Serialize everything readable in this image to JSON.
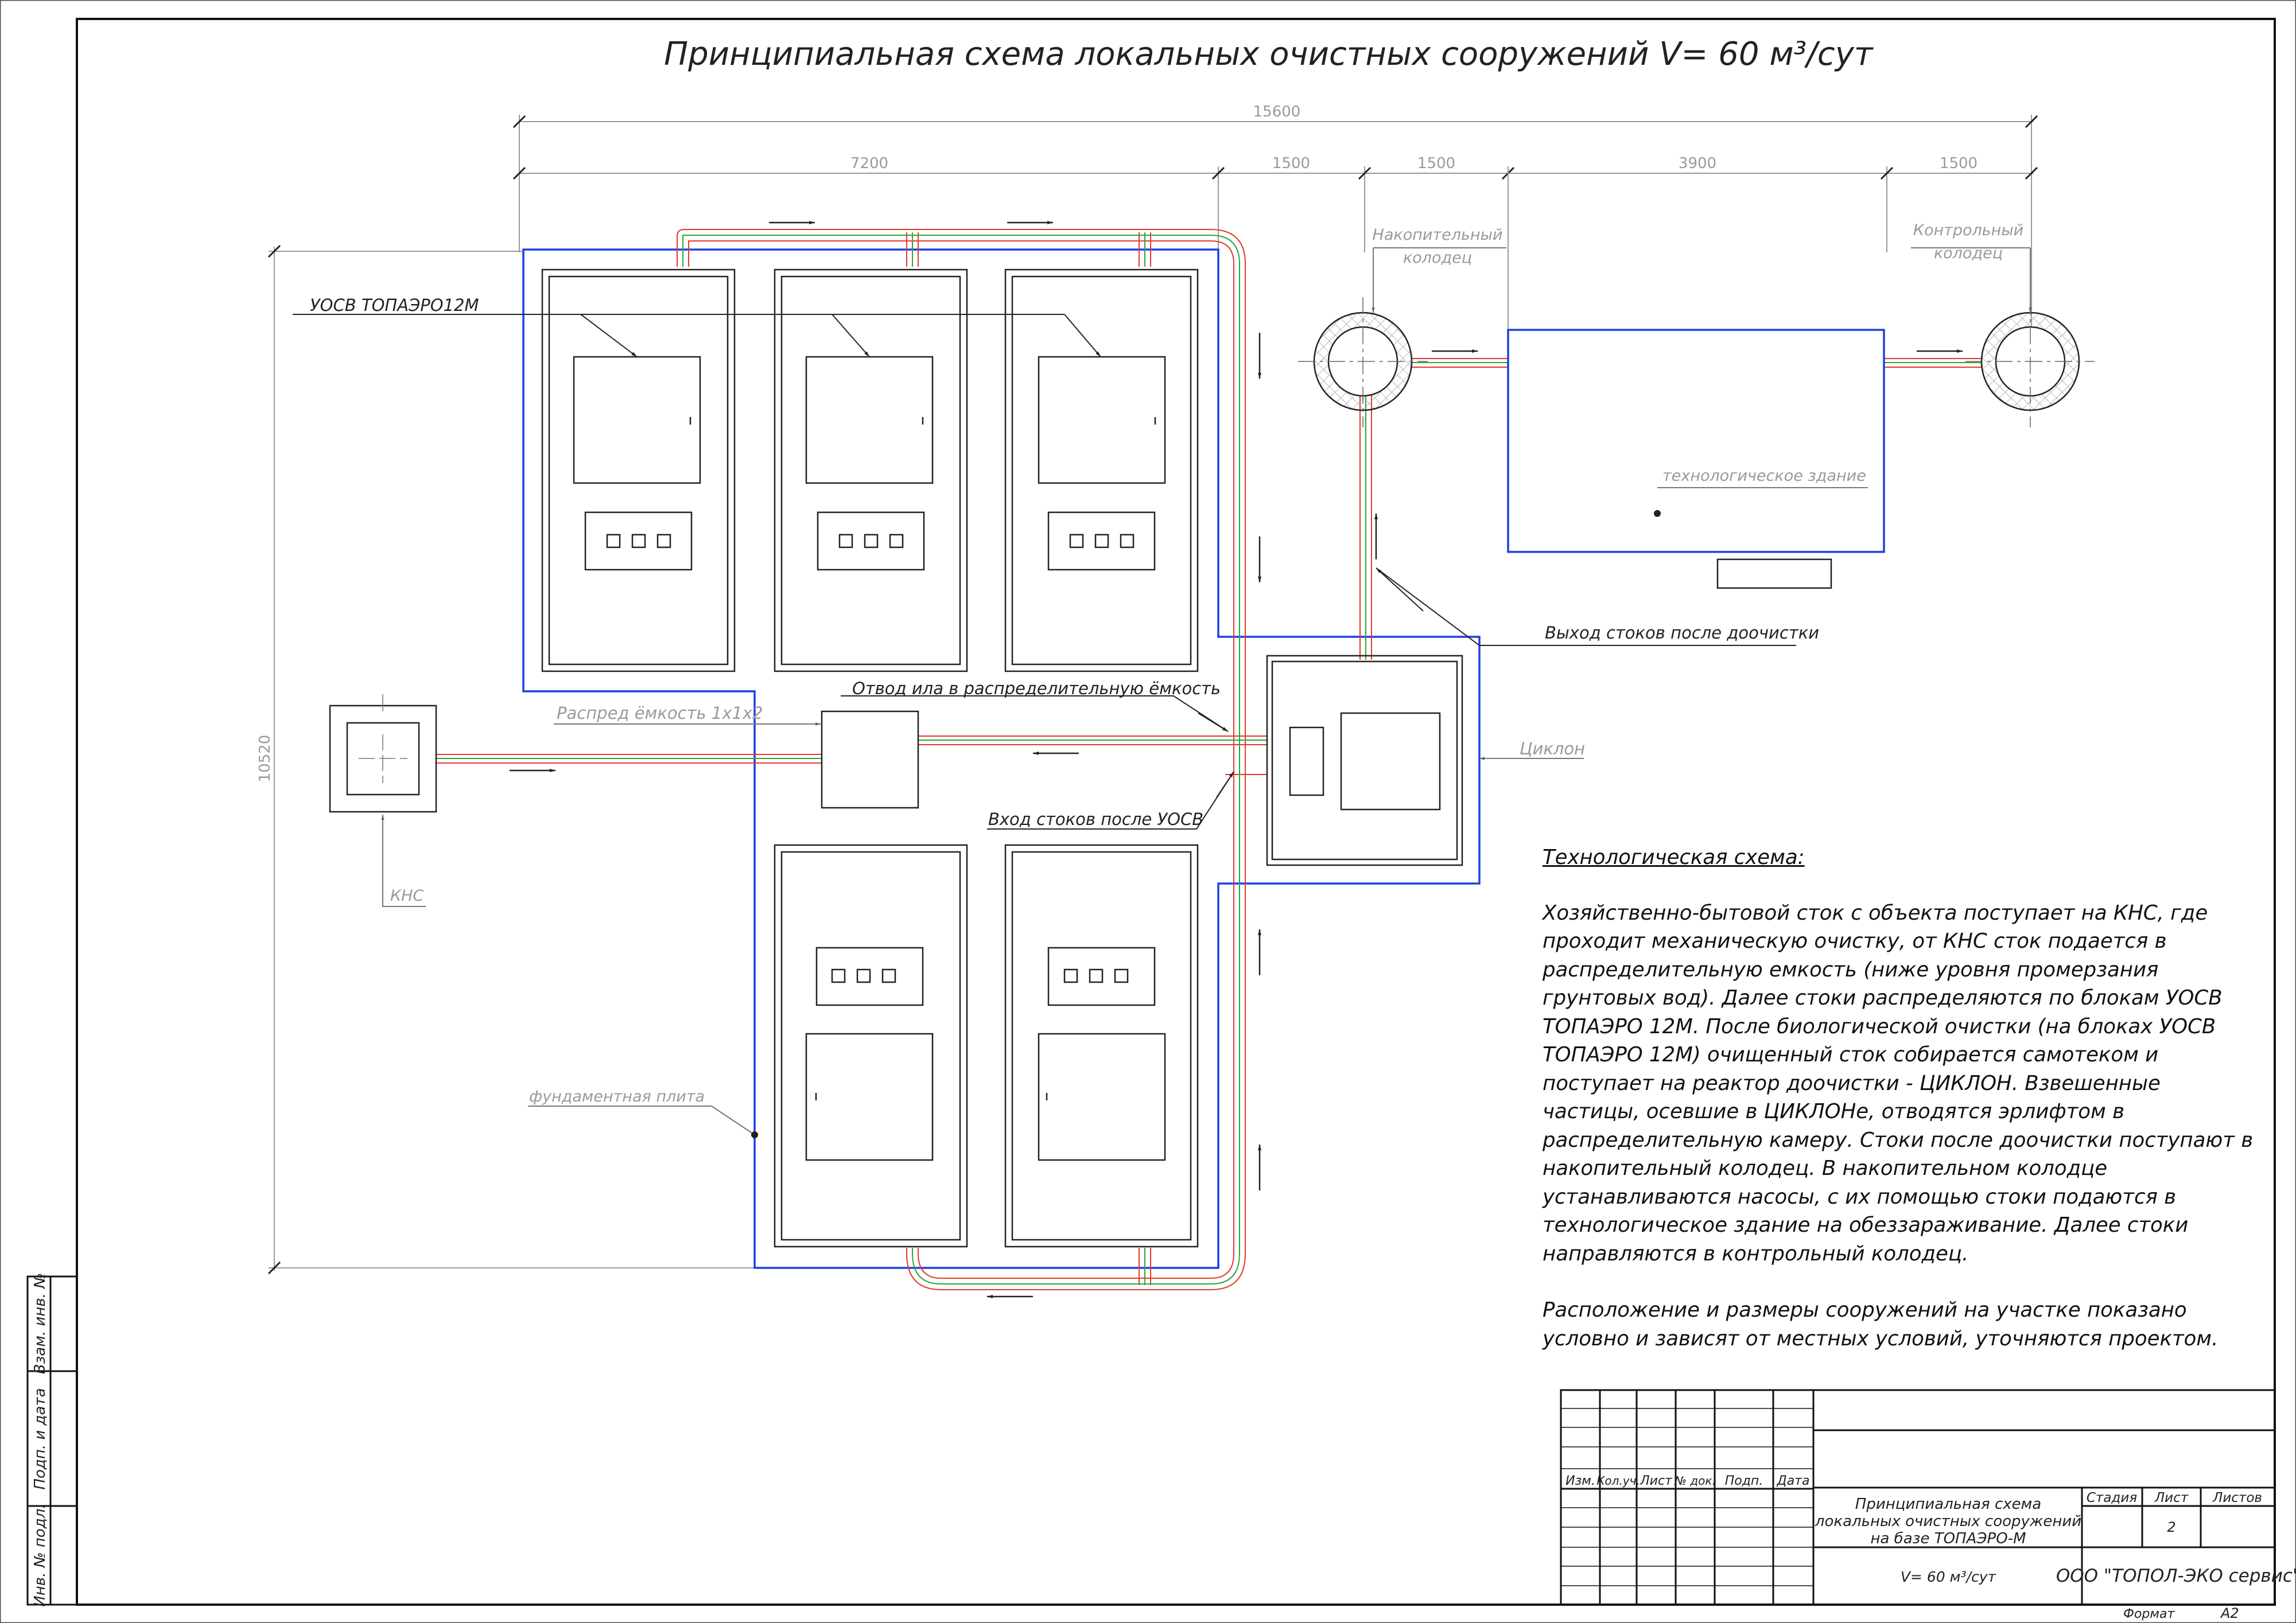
{
  "title": "Принципиальная схема   локальных  очистных  сооружений V= 60 м³/сут",
  "dimensions": {
    "overall_width": "15600",
    "d1": "7200",
    "d2": "1500",
    "d3": "1500",
    "d4": "3900",
    "d5": "1500",
    "overall_height": "10520"
  },
  "labels": {
    "uosv": "УОСВ ТОПАЭРО12М",
    "storage_well_1": "Накопительный",
    "storage_well_2": "колодец",
    "control_well_1": "Контрольный",
    "control_well_2": "колодец",
    "tech_building": "технологическое здание",
    "outlet": "Выход стоков после доочистки",
    "sludge": "Отвод ила в распределительную ёмкость",
    "distrib_tank": "Распред ёмкость 1х1х2",
    "cyclone": "Циклон",
    "inlet_after_uosv": "Вход стоков после УОСВ",
    "kns": "КНС",
    "foundation": "фундаментная плита"
  },
  "description": {
    "heading": "Технологическая схема:",
    "paragraph1": [
      "Хозяйственно-бытовой сток с объекта поступает на КНС, где",
      "проходит механическую очистку, от КНС сток подается в",
      "распределительную емкость (ниже уровня промерзания",
      "грунтовых вод). Далее стоки распределяются по блокам УОСВ",
      "ТОПАЭРО 12М. После биологической очистки (на блоках УОСВ",
      "ТОПАЭРО 12М) очищенный сток собирается самотеком и",
      "поступает на реактор доочистки - ЦИКЛОН. Взвешенные",
      "частицы, осевшие в ЦИКЛОНе, отводятся эрлифтом в",
      "распределительную камеру. Стоки после доочистки поступают в",
      "накопительный колодец. В накопительном колодце",
      "устанавливаются насосы, с их помощью стоки подаются в",
      "технологическое здание на обеззараживание. Далее стоки",
      "направляются в контрольный колодец."
    ],
    "paragraph2": [
      "Расположение и размеры сооружений на участке показано",
      "условно и зависят от местных условий, уточняются проектом."
    ]
  },
  "title_block": {
    "headers": [
      "Изм.",
      "Кол.уч.",
      "Лист",
      "№ док.",
      "Подп.",
      "Дата"
    ],
    "doc_title_1": "Принципиальная схема",
    "doc_title_2": "локальных  очистных сооружений",
    "doc_title_3": "на базе ТОПАЭРО-М",
    "stage_label": "Стадия",
    "sheet_label": "Лист",
    "sheets_label": "Листов",
    "sheet_value": "2",
    "capacity": "V= 60 м³/сут",
    "company": "ООО \"ТОПОЛ-ЭКО сервис\"",
    "format_label": "Формат",
    "format_value": "А2"
  },
  "side_stamp": {
    "inv_orig": "Инв. № подл.",
    "sign_date": "Подп. и дата",
    "replaces": "Взам. инв. №"
  },
  "colors": {
    "foundation_outline": "#1f3fe0",
    "pipe_red": "#e23a2a",
    "pipe_green": "#2aa640",
    "dimension_grey": "#9a9a9a",
    "line": "#222222"
  }
}
